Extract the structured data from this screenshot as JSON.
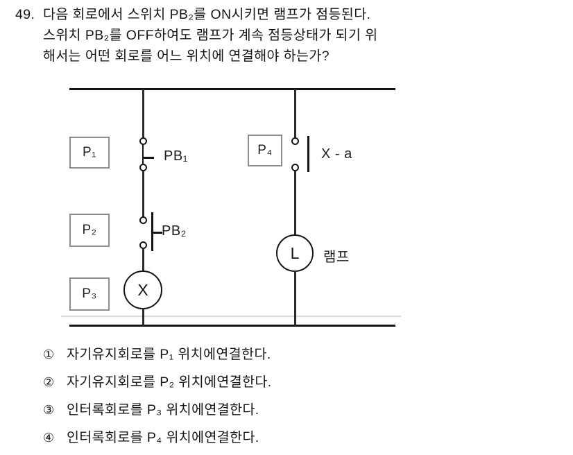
{
  "question": {
    "number": "49.",
    "lines": [
      "다음 회로에서 스위치 PB₂를 ON시키면 램프가 점등된다.",
      "스위치 PB₂를 OFF하여도 램프가 계속 점등상태가 되기 위",
      "해서는 어떤 회로를 어느 위치에 연결해야 하는가?"
    ]
  },
  "diagram": {
    "boxes": [
      {
        "label": "P₁"
      },
      {
        "label": "P₂"
      },
      {
        "label": "P₃"
      },
      {
        "label": "P₄"
      }
    ],
    "contacts": [
      {
        "label": "PB₁",
        "type": "normally-closed-pushbutton"
      },
      {
        "label": "PB₂",
        "type": "normally-open-pushbutton"
      },
      {
        "label": "X - a",
        "type": "relay-contact-a"
      }
    ],
    "components": [
      {
        "symbol": "X",
        "label": "",
        "type": "relay-coil"
      },
      {
        "symbol": "L",
        "label": "램프",
        "type": "lamp"
      }
    ],
    "lamp_label": "램프",
    "coil_symbol": "X",
    "lamp_symbol": "L"
  },
  "choices": [
    {
      "num": "①",
      "text": "자기유지회로를 P₁ 위치에연결한다."
    },
    {
      "num": "②",
      "text": "자기유지회로를 P₂ 위치에연결한다."
    },
    {
      "num": "③",
      "text": "인터록회로를 P₃ 위치에연결한다."
    },
    {
      "num": "④",
      "text": "인터록회로를 P₄ 위치에연결한다."
    }
  ],
  "colors": {
    "ink": "#151515",
    "box_border": "#8d8d8d",
    "faint_rule": "#d7d7d7"
  }
}
